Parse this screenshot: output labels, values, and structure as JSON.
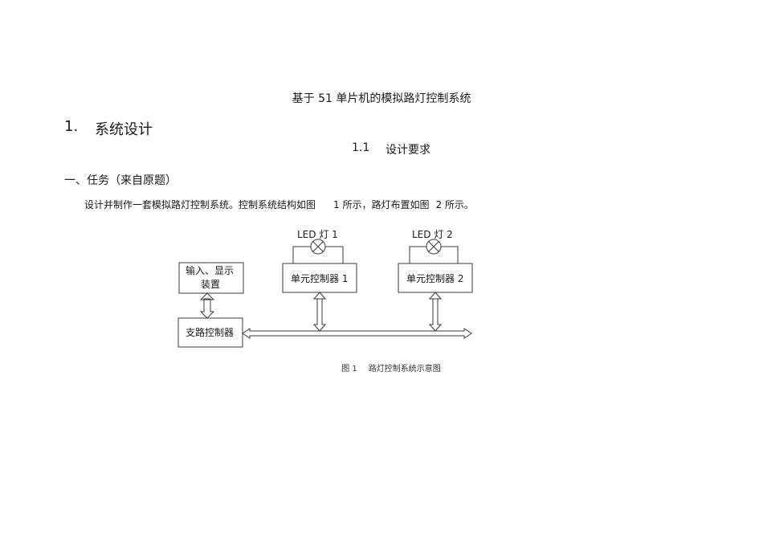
{
  "document": {
    "title": "基于 51 单片机的模拟路灯控制系统",
    "section": {
      "number": "1.",
      "title": "系统设计"
    },
    "subsection": {
      "number": "1.1",
      "title": "设计要求"
    },
    "task_heading": "一、任务（来自原题）",
    "paragraph": {
      "part1": "设计并制作一套模拟路灯控制系统。控制系统结构如图",
      "part2": "1 所示，路灯布置如图",
      "part3": "2 所示。"
    }
  },
  "diagram": {
    "lamp1_label": "LED 灯 1",
    "lamp2_label": "LED 灯 2",
    "io_box_line1": "输入、显示",
    "io_box_line2": "装置",
    "unit1_label": "单元控制器  1",
    "unit2_label": "单元控制器  2",
    "branch_label": "支路控制器",
    "caption_num": "图 1",
    "caption_text": "路灯控制系统示意图"
  }
}
